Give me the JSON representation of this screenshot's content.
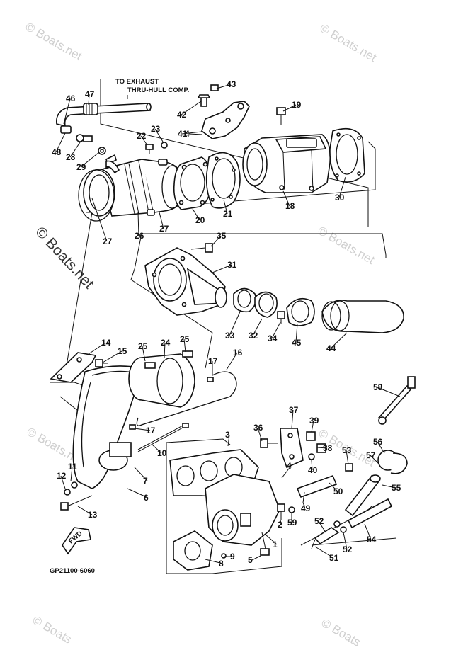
{
  "watermarks": {
    "top_left": "© Boats.net",
    "top_right": "© Boats.net",
    "mid_left": "© Boats.net",
    "mid_right": "© Boats.net",
    "low_left": "© Boats.net",
    "low_right": "© Boats.net",
    "bottom_left": "© Boats",
    "bottom_right": "© Boats"
  },
  "annotation": {
    "line1": "TO EXHAUST",
    "line2": "THRU-HULL COMP."
  },
  "fwd_label": "FWD",
  "diagram_code": "GP21100-6060",
  "callouts": [
    "1",
    "2",
    "3",
    "4",
    "4",
    "5",
    "6",
    "7",
    "8",
    "9",
    "10",
    "11",
    "12",
    "13",
    "14",
    "15",
    "16",
    "17",
    "17",
    "18",
    "19",
    "20",
    "21",
    "22",
    "23",
    "24",
    "25",
    "25",
    "26",
    "27",
    "27",
    "28",
    "29",
    "30",
    "31",
    "32",
    "33",
    "34",
    "35",
    "36",
    "37",
    "38",
    "39",
    "40",
    "41",
    "42",
    "43",
    "44",
    "45",
    "46",
    "47",
    "48",
    "49",
    "50",
    "51",
    "52",
    "52",
    "53",
    "54",
    "55",
    "56",
    "57",
    "58",
    "59"
  ]
}
